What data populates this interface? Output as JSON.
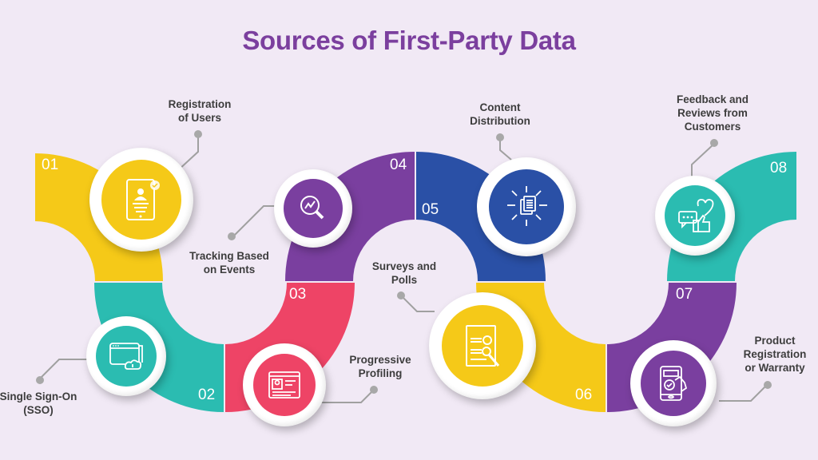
{
  "title": "Sources of First-Party Data",
  "colors": {
    "background": "#f1e9f5",
    "title": "#7b3f9e",
    "yellow": "#f5c918",
    "teal": "#2bbcb1",
    "pink": "#ee4466",
    "purple": "#7a3f9f",
    "blue": "#2a50a6",
    "label": "#3d3d3d",
    "connector": "#9e9e9e"
  },
  "steps": [
    {
      "number": "01",
      "label_line1": "Registration",
      "label_line2": "of Users",
      "color": "yellow",
      "icon": "user-registration-tablet-icon"
    },
    {
      "number": "02",
      "label_line1": "Single Sign-On",
      "label_line2": "(SSO)",
      "color": "teal",
      "icon": "browser-cloud-upload-icon"
    },
    {
      "number": "03",
      "label_line1": "Progressive",
      "label_line2": "Profiling",
      "color": "pink",
      "icon": "profile-browser-icon"
    },
    {
      "number": "04",
      "label_line1": "Tracking Based",
      "label_line2": "on Events",
      "color": "purple",
      "icon": "analytics-magnifier-icon"
    },
    {
      "number": "05",
      "label_line1": "Content",
      "label_line2": "Distribution",
      "color": "blue",
      "icon": "document-distribution-icon"
    },
    {
      "number": "06",
      "label_line1": "Surveys and",
      "label_line2": "Polls",
      "color": "yellow",
      "icon": "survey-checklist-icon"
    },
    {
      "number": "07",
      "label_line1": "Product",
      "label_line2": "Registration",
      "label_line3": "or Warranty",
      "color": "purple",
      "icon": "mobile-tap-check-icon"
    },
    {
      "number": "08",
      "label_line1": "Feedback and",
      "label_line2": "Reviews from",
      "label_line3": "Customers",
      "color": "teal",
      "icon": "feedback-heart-thumbs-up-icon"
    }
  ]
}
